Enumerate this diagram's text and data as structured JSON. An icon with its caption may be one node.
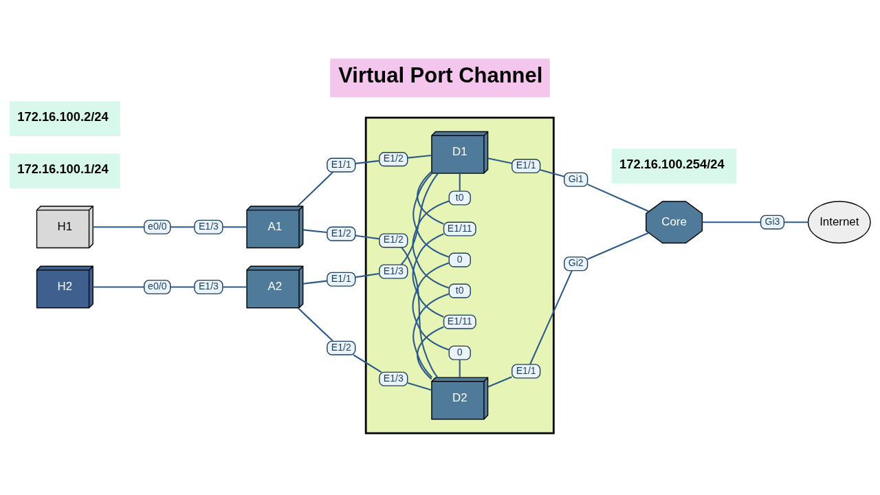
{
  "diagram": {
    "title": "Virtual Port Channel",
    "nodes": [
      {
        "text": [
          "H1"
        ]
      },
      {
        "text": [
          "e0/0"
        ]
      },
      {
        "text": [
          "E1/3"
        ]
      },
      {
        "text": [
          "A1"
        ]
      },
      {
        "text": [
          "E1/1"
        ]
      },
      {
        "text": [
          "E1/2"
        ]
      },
      {
        "text": [],
        "shape": "box"
      },
      {
        "text": [
          "D1"
        ],
        "in": 6
      },
      {
        "text": [
          "E1/2"
        ],
        "in": 6
      },
      {
        "text": [
          "E1/3"
        ],
        "in": 6
      },
      {
        "text": [
          "E1/11"
        ],
        "in": 6
      },
      {
        "text": [
          "0"
        ],
        "in": 6
      },
      {
        "text": [
          "t0"
        ],
        "in": 6
      },
      {
        "text": [
          "E1/1"
        ],
        "in": 6
      },
      {
        "text": [
          "Gi1"
        ]
      },
      {
        "text": [
          "Core"
        ]
      },
      {
        "text": [
          "Gi2"
        ]
      },
      {
        "text": [
          "Gi3"
        ]
      },
      {
        "text": [
          "Internet"
        ]
      },
      {
        "text": [
          "E1/1"
        ]
      },
      {
        "text": [
          "E1/2"
        ],
        "in": 6
      },
      {
        "text": [
          "E1/11"
        ],
        "in": 6
      },
      {
        "text": [
          "0"
        ],
        "in": 6
      },
      {
        "text": [
          "t0"
        ],
        "in": 6
      },
      {
        "text": [
          "E1/1"
        ],
        "in": 6
      },
      {
        "text": [
          "H2"
        ]
      },
      {
        "text": [
          "e0/0"
        ]
      },
      {
        "text": [
          "E1/3"
        ]
      },
      {
        "text": [
          "A2"
        ]
      },
      {
        "text": [
          "E1/2"
        ]
      },
      {
        "text": [
          "E1/3"
        ],
        "in": 6
      },
      {
        "text": [
          "D2"
        ],
        "in": 6
      }
    ],
    "edges": [
      {
        "from": 0,
        "to": 1,
        "arrow": "none"
      },
      {
        "from": 1,
        "to": 2,
        "arrow": "none"
      },
      {
        "from": 2,
        "to": 3,
        "arrow": "none"
      },
      {
        "from": 3,
        "to": 4,
        "arrow": "none"
      },
      {
        "from": 4,
        "to": 8,
        "arrow": "none"
      },
      {
        "from": 8,
        "to": 7,
        "arrow": "none"
      },
      {
        "from": 3,
        "to": 5,
        "arrow": "none"
      },
      {
        "from": 5,
        "to": 20,
        "arrow": "none"
      },
      {
        "from": 20,
        "to": 31,
        "arrow": "none"
      },
      {
        "from": 28,
        "to": 19,
        "arrow": "none"
      },
      {
        "from": 19,
        "to": 9,
        "arrow": "none"
      },
      {
        "from": 9,
        "to": 7,
        "arrow": "none"
      },
      {
        "from": 7,
        "to": 10,
        "arrow": "none"
      },
      {
        "from": 10,
        "to": 21,
        "arrow": "none"
      },
      {
        "from": 21,
        "to": 31,
        "arrow": "none"
      },
      {
        "from": 7,
        "to": 11,
        "arrow": "none"
      },
      {
        "from": 11,
        "to": 22,
        "arrow": "none"
      },
      {
        "from": 22,
        "to": 31,
        "arrow": "none"
      },
      {
        "from": 7,
        "to": 12,
        "arrow": "none"
      },
      {
        "from": 12,
        "to": 23,
        "arrow": "none"
      },
      {
        "from": 23,
        "to": 31,
        "arrow": "none"
      },
      {
        "from": 7,
        "to": 13,
        "arrow": "none"
      },
      {
        "from": 13,
        "to": 14,
        "arrow": "none"
      },
      {
        "from": 14,
        "to": 15,
        "arrow": "none"
      },
      {
        "from": 31,
        "to": 24,
        "arrow": "none"
      },
      {
        "from": 24,
        "to": 16,
        "arrow": "none"
      },
      {
        "from": 16,
        "to": 15,
        "arrow": "none"
      },
      {
        "from": 15,
        "to": 17,
        "arrow": "none"
      },
      {
        "from": 17,
        "to": 18,
        "arrow": "none"
      },
      {
        "from": 25,
        "to": 26,
        "arrow": "none"
      },
      {
        "from": 26,
        "to": 27,
        "arrow": "none"
      },
      {
        "from": 27,
        "to": 28,
        "arrow": "none"
      },
      {
        "from": 28,
        "to": 29,
        "arrow": "none"
      },
      {
        "from": 29,
        "to": 30,
        "arrow": "none"
      },
      {
        "from": 30,
        "to": 31,
        "arrow": "none"
      }
    ],
    "labels": [
      "172.16.100.1/24",
      "172.16.100.254/24",
      "172.16.100.2/24"
    ]
  }
}
